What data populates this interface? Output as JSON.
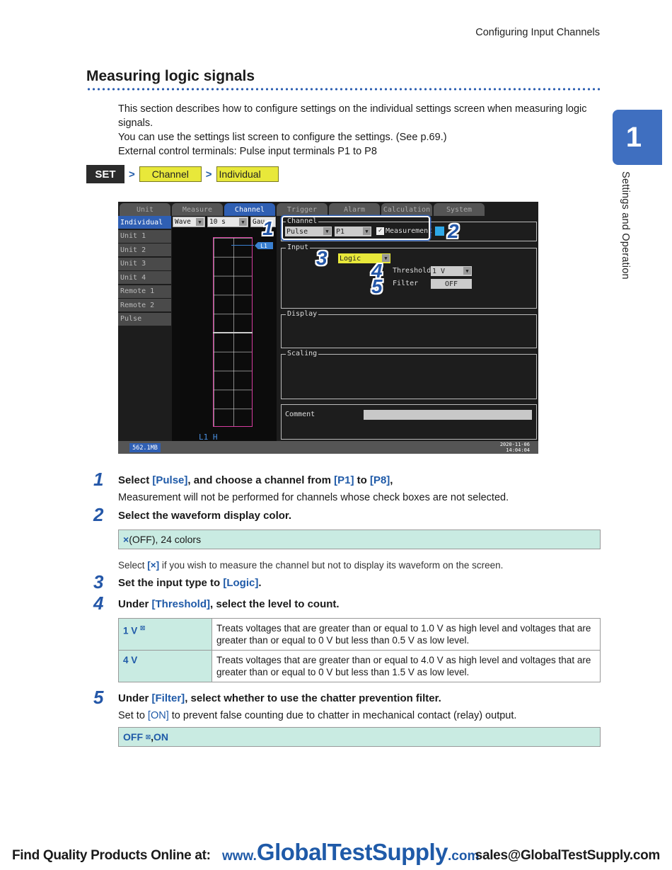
{
  "header": {
    "section_running": "Configuring Input Channels"
  },
  "section": {
    "title": "Measuring logic signals",
    "intro": [
      "This section describes how to configure settings on the individual settings screen when measuring logic signals.",
      "You can use the settings list screen to configure the settings. (See p.69.)",
      "External control terminals: Pulse input terminals P1 to P8"
    ]
  },
  "side_tab": {
    "number": "1",
    "label": "Settings and Operation"
  },
  "breadcrumb": {
    "set": "SET",
    "sep": ">",
    "item1": "Channel",
    "item2": "Individual"
  },
  "screen": {
    "tabs": [
      "Unit",
      "Measure",
      "Channel",
      "Trigger",
      "Alarm",
      "Calculation",
      "System"
    ],
    "active_tab": "Channel",
    "side_items": [
      "Individual",
      "Unit 1",
      "Unit 2",
      "Unit 3",
      "Unit 4",
      "Remote 1",
      "Remote 2",
      "Pulse"
    ],
    "wave_select": "Wave",
    "time_select": "10 s",
    "gauge_label": "Gau",
    "marker": "L1",
    "wave_label": "L1 H",
    "channel_group": "Channel",
    "channel_type": "Pulse",
    "channel_num": "P1",
    "measurement_label": "Measurement",
    "check": "✓",
    "input_group": "Input",
    "input_type": "Logic",
    "threshold_label": "Threshold",
    "threshold_value": "1 V",
    "filter_label": "Filter",
    "filter_value": "OFF",
    "display_group": "Display",
    "scaling_group": "Scaling",
    "comment_label": "Comment",
    "memory": "562.1MB",
    "date": "2020-11-06",
    "time": "14:04:04",
    "callouts": [
      "1",
      "2",
      "3",
      "4",
      "5"
    ],
    "wave_color": "#2ea8e8"
  },
  "steps": {
    "s1": {
      "num": "1",
      "pre": "Select ",
      "pulse": "[Pulse]",
      "mid": ", and choose a channel from ",
      "p1": "[P1]",
      "to": " to ",
      "p8": "[P8]",
      "end": ",",
      "note": "Measurement will not be performed for channels whose check boxes are not selected."
    },
    "s2": {
      "num": "2",
      "head": "Select the waveform display color.",
      "box_x": "×",
      "box_text": " (OFF), 24 colors",
      "note_pre": "Select ",
      "note_x": "[×]",
      "note_post": " if you wish to measure the channel but not to display its waveform on the screen."
    },
    "s3": {
      "num": "3",
      "pre": "Set the input type to ",
      "logic": "[Logic]",
      "end": "."
    },
    "s4": {
      "num": "4",
      "pre": "Under ",
      "threshold": "[Threshold]",
      "post": ", select the level to count."
    },
    "s5": {
      "num": "5",
      "pre": "Under ",
      "filter": "[Filter]",
      "post": ", select whether to use the chatter prevention filter.",
      "note_pre": "Set to ",
      "on": "[ON]",
      "note_post": " to prevent false counting due to chatter in mechanical contact (relay) output.",
      "opt_off": "OFF",
      "opt_sep": ", ",
      "opt_on": "ON"
    }
  },
  "threshold_table": [
    {
      "key": "1 V",
      "default": "☒",
      "desc": "Treats voltages that are greater than or equal to 1.0 V as high level and voltages that are greater than or equal to 0 V but less than 0.5 V as low level."
    },
    {
      "key": "4 V",
      "default": "",
      "desc": "Treats voltages that are greater than or equal to 4.0 V as high level and voltages that are greater than or equal to 0 V but less than 1.5 V as low level."
    }
  ],
  "footer": {
    "left": "Find Quality Products Online at:",
    "www": "www.",
    "brand": "GlobalTestSupply",
    "com": ".com",
    "email": "sales@GlobalTestSupply.com"
  }
}
